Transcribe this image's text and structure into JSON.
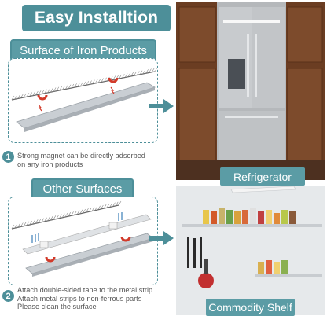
{
  "title": "Easy Installtion",
  "sections": [
    {
      "label": "Surface of Iron Products",
      "step": "1",
      "caption": [
        "Strong magnet can be directly adsorbed",
        "on any iron products"
      ],
      "photo_caption": "Refrigerator"
    },
    {
      "label": "Other Surfaces",
      "step": "2",
      "caption": [
        "Attach double-sided tape to the metal strip",
        "Attach metal strips to non-ferrous parts",
        "Please clean the surface"
      ],
      "photo_caption": "Commodity Shelf"
    }
  ],
  "colors": {
    "accent": "#4d8f99",
    "label_bg": "#5b9ca5",
    "magnet_red": "#d23a2a"
  },
  "icons": [
    "magnet-icon",
    "arrow-right-icon",
    "arrow-down-icon"
  ]
}
